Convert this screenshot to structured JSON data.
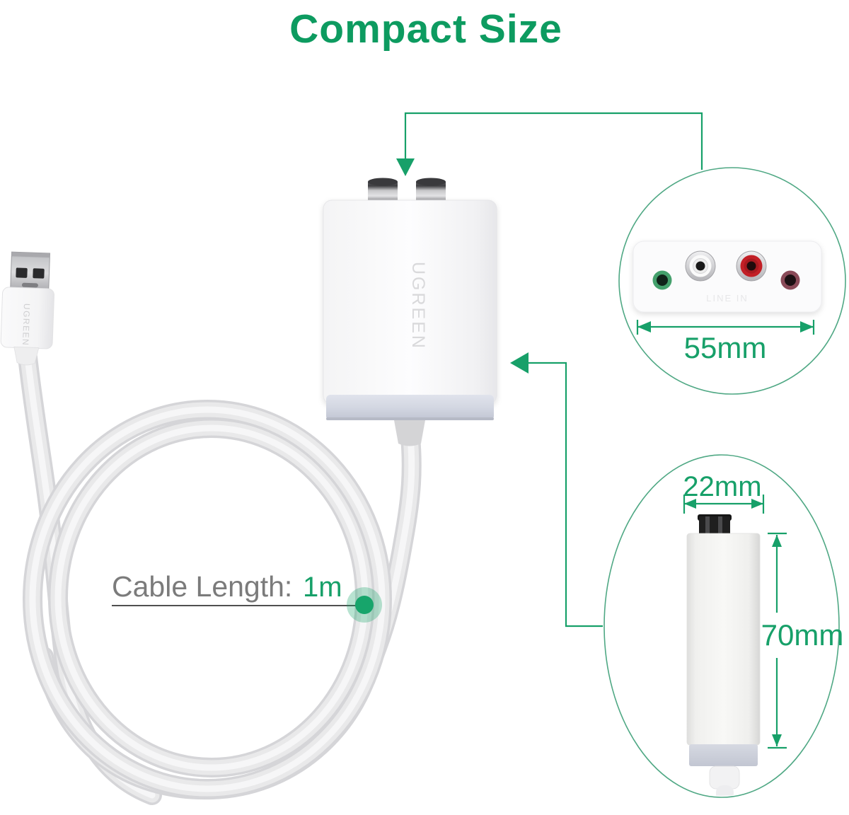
{
  "title": {
    "text": "Compact Size"
  },
  "annotations": {
    "cable_length_label": "Cable Length:",
    "cable_length_value": "1m",
    "front_width": "55mm",
    "side_width": "22mm",
    "side_height": "70mm"
  },
  "device": {
    "front_brand_text": "UGREEN",
    "usb_plug_brand_text": "UGREEN",
    "port_plate_label": "LINE IN"
  },
  "colors": {
    "title_green": "#0d9b60",
    "annotation_green": "#17a069",
    "callout_circle_stroke": "#4fa884",
    "label_gray": "#7b7b7b",
    "highlight_dot_green": "#17a56b",
    "device_band_gray": "#cdd1dd",
    "rca_red": "#c21f26",
    "jack_green": "#44a06c",
    "jack_pink": "#8a4a58"
  }
}
